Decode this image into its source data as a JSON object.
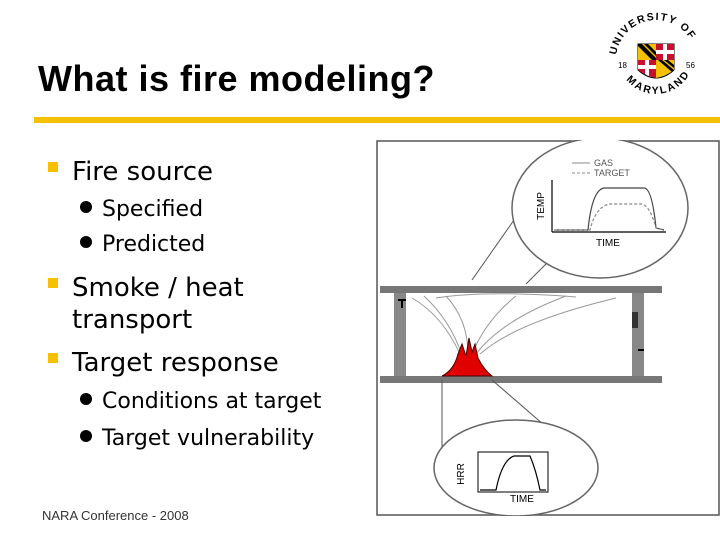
{
  "slide": {
    "title": "What is fire modeling?",
    "accent_color": "#f5c000",
    "footer": "NARA Conference - 2008"
  },
  "logo": {
    "ring_text_top": "UNIVERSITY OF",
    "ring_text_bottom": "MARYLAND",
    "year_left": "18",
    "year_right": "56"
  },
  "bullets": [
    {
      "text": "Fire source",
      "children": [
        "Specified",
        "Predicted"
      ]
    },
    {
      "text": "Smoke / heat",
      "continuation": "transport",
      "children": []
    },
    {
      "text": "Target response",
      "children": [
        "Conditions at target",
        "Target vulnerability"
      ]
    }
  ],
  "diagram": {
    "top_graph": {
      "legend_gas": "GAS",
      "legend_target": "TARGET",
      "ylabel": "TEMP",
      "xlabel": "TIME"
    },
    "bottom_graph": {
      "ylabel": "HRR",
      "xlabel": "TIME"
    },
    "fire_color": "#e00000"
  }
}
